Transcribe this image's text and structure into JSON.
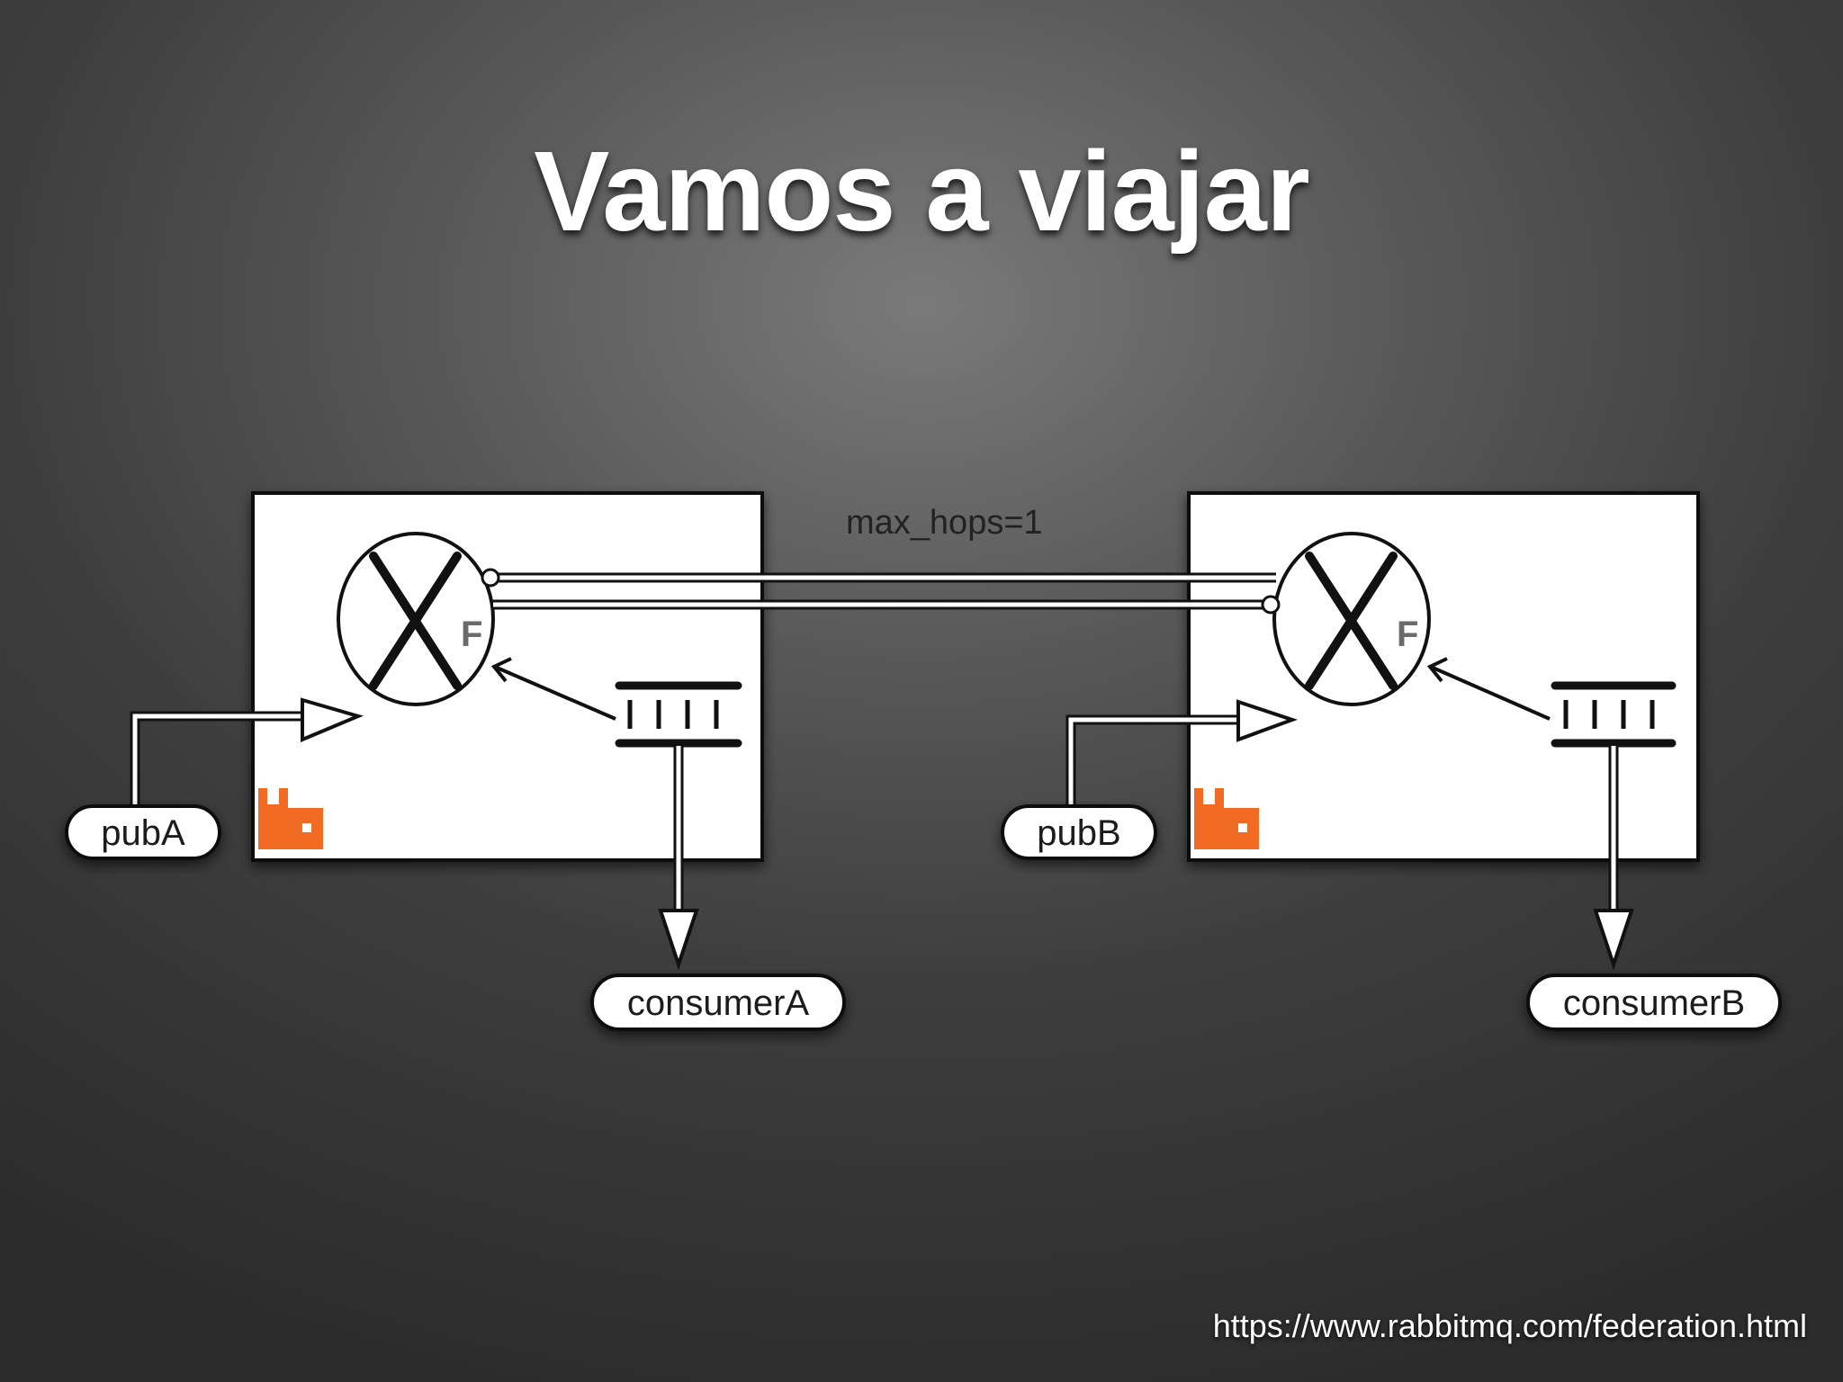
{
  "slide": {
    "title": "Vamos a viajar",
    "source_url": "https://www.rabbitmq.com/federation.html"
  },
  "diagram": {
    "link_label": "max_hops=1",
    "brokers": [
      {
        "publisher": "pubA",
        "consumer": "consumerA",
        "exchange_tag": "F"
      },
      {
        "publisher": "pubB",
        "consumer": "consumerB",
        "exchange_tag": "F"
      }
    ]
  },
  "colors": {
    "box": "#ffffff",
    "stroke": "#111111",
    "logo": "#f26b22",
    "text": "#ffffff"
  }
}
